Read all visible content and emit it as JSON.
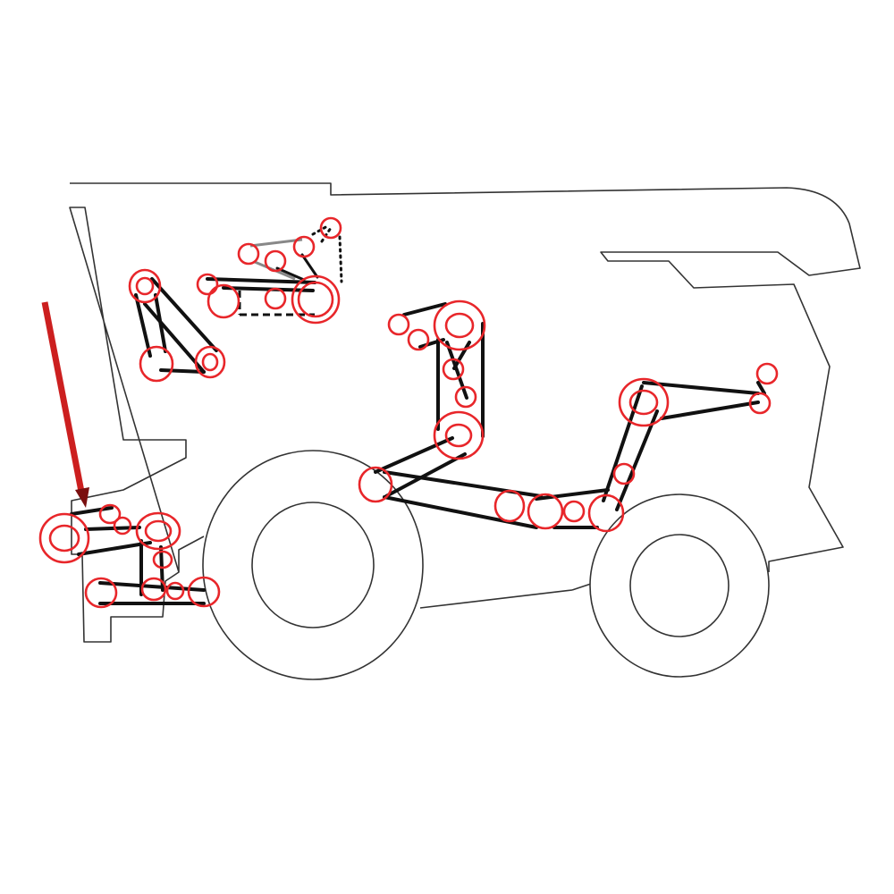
{
  "colors": {
    "pulley": "#e8262a",
    "belt": "#111111",
    "outline": "#333333",
    "arrow": "#cc1f1f",
    "arrow_edge": "#7a0f0f"
  },
  "diagram": {
    "subject": "combine-harvester-belt-drive-layout",
    "pulley_count": 37,
    "highlighted_pulley": "feeder-drive-pulley"
  }
}
